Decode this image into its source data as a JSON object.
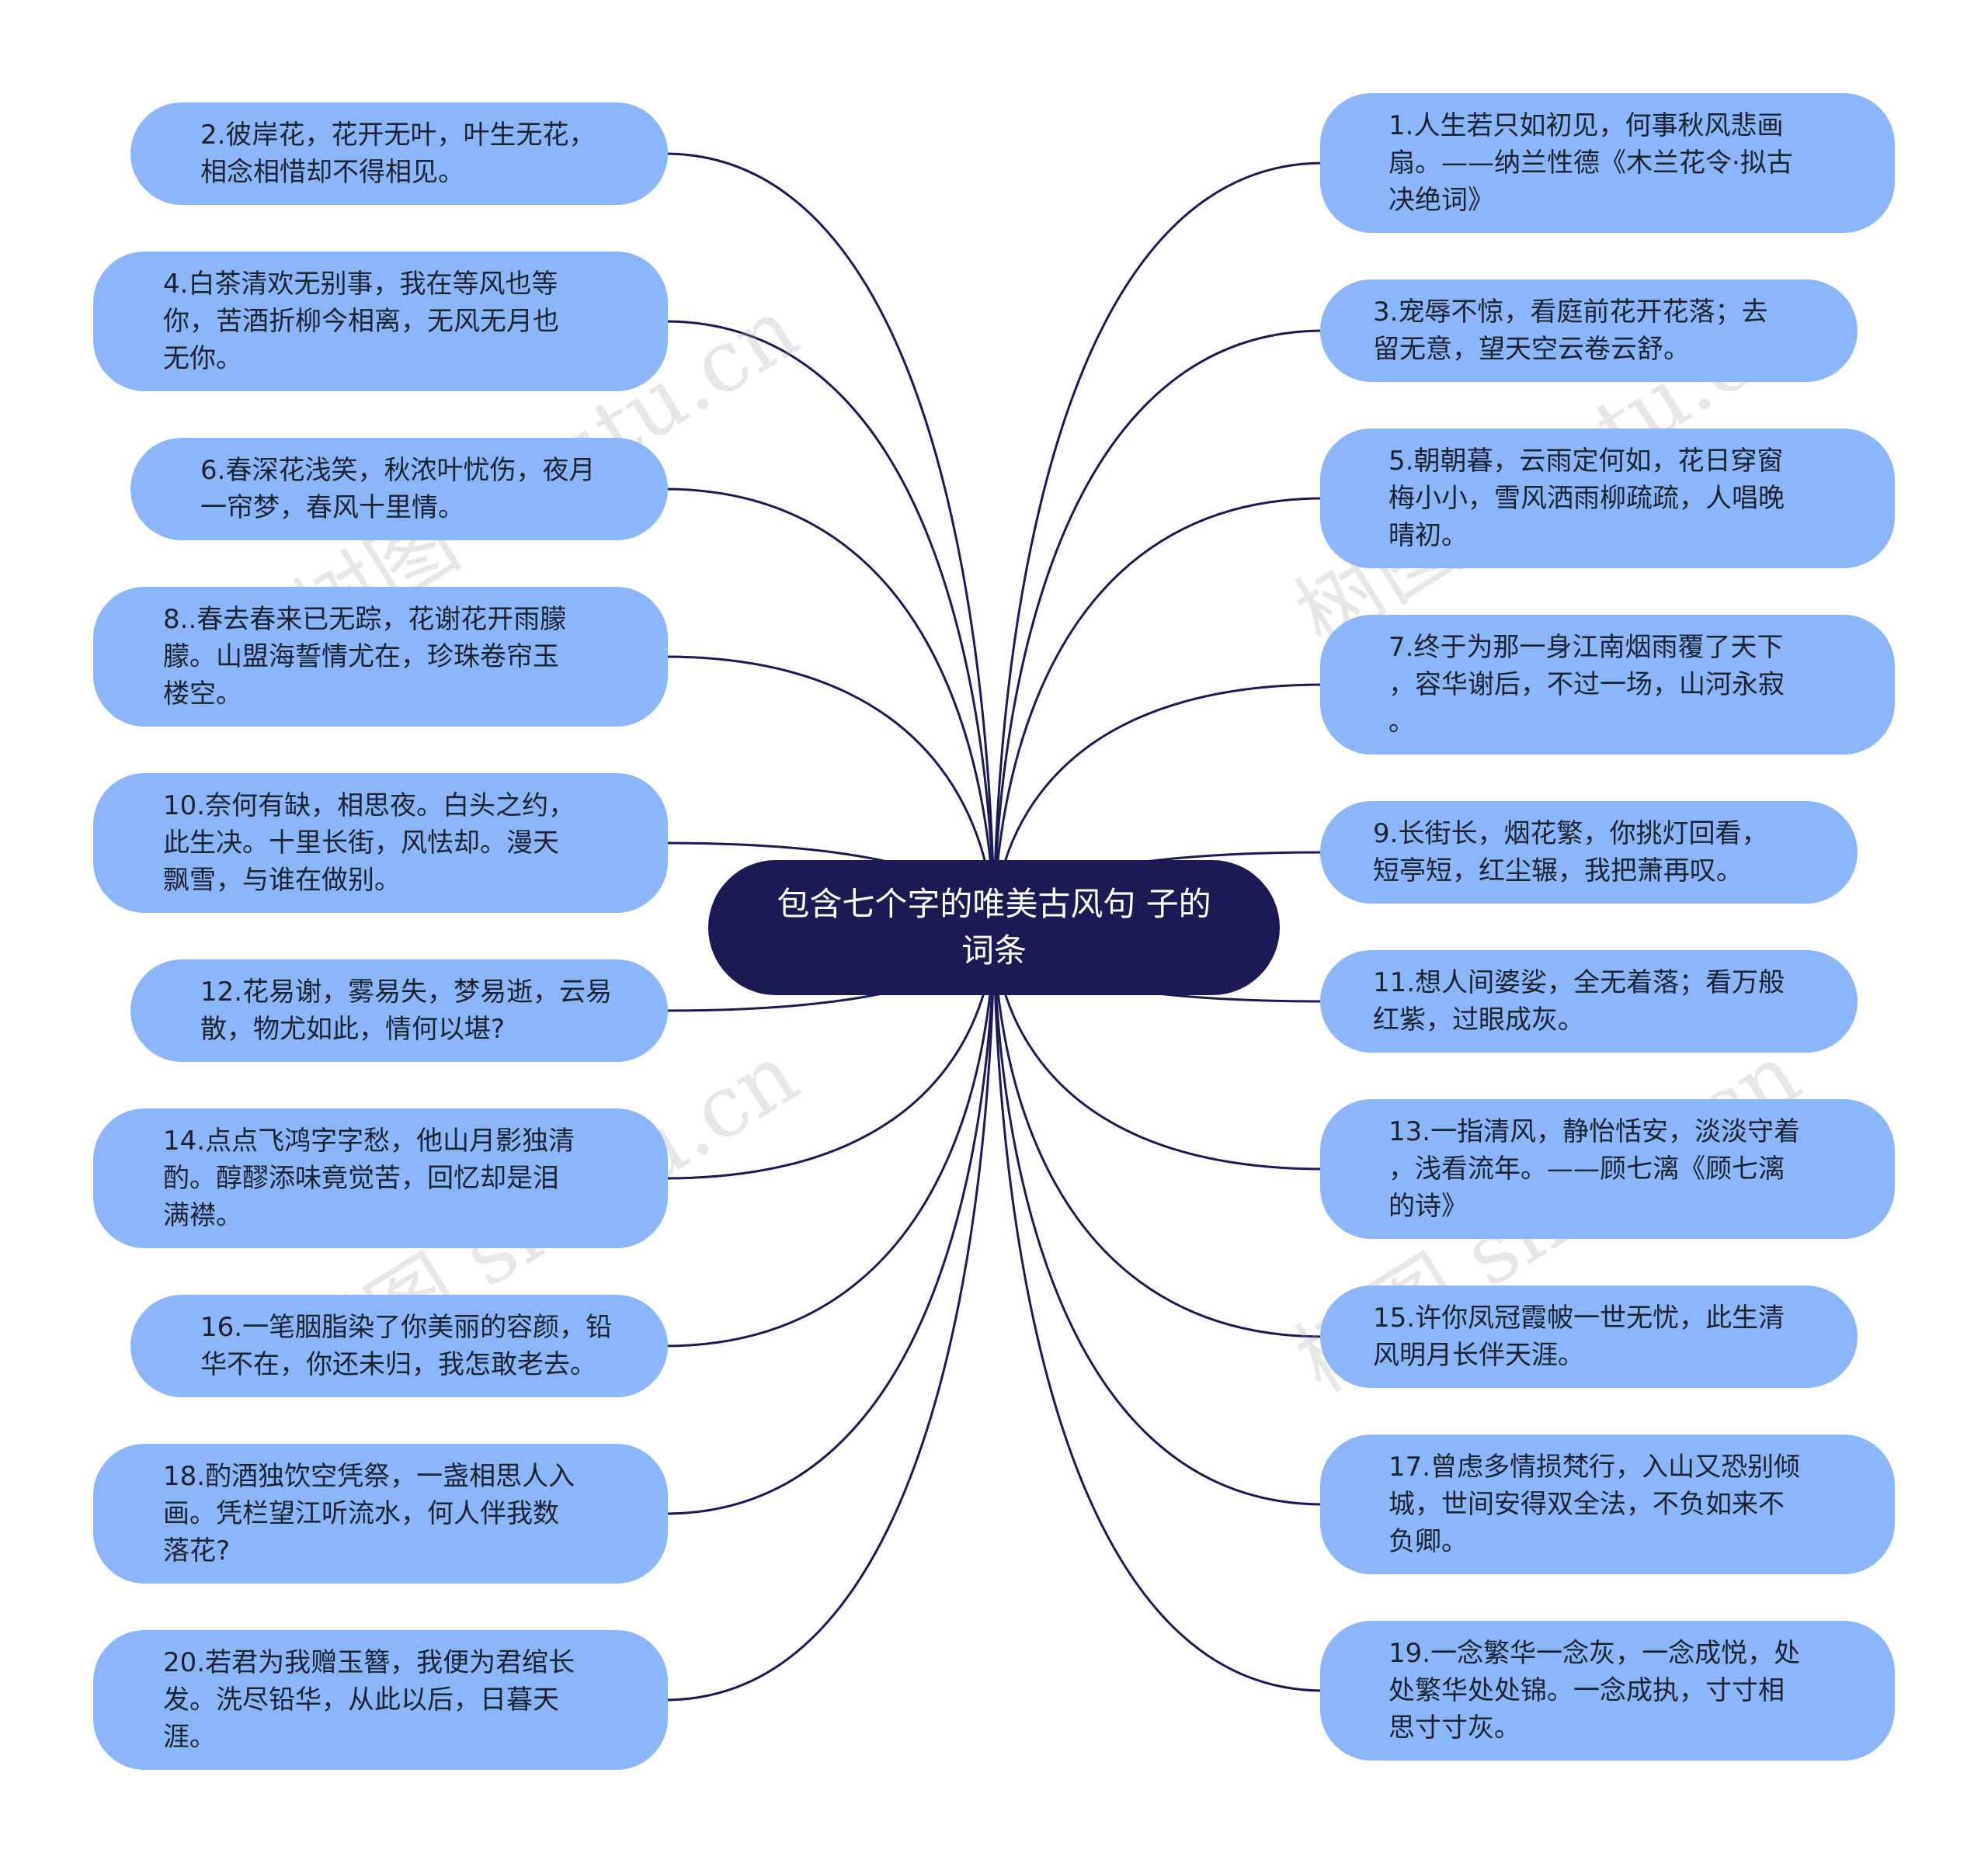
{
  "center": {
    "title": "包含七个字的唯美古风句\n子的词条"
  },
  "colors": {
    "node_fill": "#8cb6fb",
    "center_fill": "#1b1a55",
    "line": "#1b1a55"
  },
  "watermark": "树图 shutu.cn",
  "left_nodes": [
    "2.彼岸花，花开无叶，叶生无花，\n相念相惜却不得相见。",
    "4.白茶清欢无别事，我在等风也等\n你，苦酒折柳今相离，无风无月也\n无你。",
    "6.春深花浅笑，秋浓叶忧伤，夜月\n一帘梦，春风十里情。",
    "8..春去春来已无踪，花谢花开雨朦\n朦。山盟海誓情尤在，珍珠卷帘玉\n楼空。",
    "10.奈何有缺，相思夜。白头之约，\n此生决。十里长街，风怯却。漫天\n飘雪，与谁在做别。",
    "12.花易谢，雾易失，梦易逝，云易\n散，物尤如此，情何以堪?",
    "14.点点飞鸿字字愁，他山月影独清\n酌。醇醪添味竟觉苦，回忆却是泪\n满襟。",
    "16.一笔胭脂染了你美丽的容颜，铅\n华不在，你还未归，我怎敢老去。",
    "18.酌酒独饮空凭祭，一盏相思人入\n画。凭栏望江听流水，何人伴我数\n落花?",
    "20.若君为我赠玉簪，我便为君绾长\n发。洗尽铅华，从此以后，日暮天\n涯。"
  ],
  "right_nodes": [
    "1.人生若只如初见，何事秋风悲画\n扇。——纳兰性德《木兰花令·拟古\n决绝词》",
    "3.宠辱不惊，看庭前花开花落；去\n留无意，望天空云卷云舒。",
    "5.朝朝暮，云雨定何如，花日穿窗\n梅小小，雪风洒雨柳疏疏，人唱晚\n晴初。",
    "7.终于为那一身江南烟雨覆了天下\n，容华谢后，不过一场，山河永寂\n。",
    "9.长街长，烟花繁，你挑灯回看，\n短亭短，红尘辗，我把萧再叹。",
    "11.想人间婆娑，全无着落；看万般\n红紫，过眼成灰。",
    "13.一指清风，静怡恬安，淡淡守着\n，浅看流年。——顾七漓《顾七漓\n的诗》",
    "15.许你凤冠霞帔一世无忧，此生清\n风明月长伴天涯。",
    "17.曾虑多情损梵行，入山又恐别倾\n城，世间安得双全法，不负如来不\n负卿。",
    "19.一念繁华一念灰，一念成悦，处\n处繁华处处锦。一念成执，寸寸相\n思寸寸灰。"
  ]
}
